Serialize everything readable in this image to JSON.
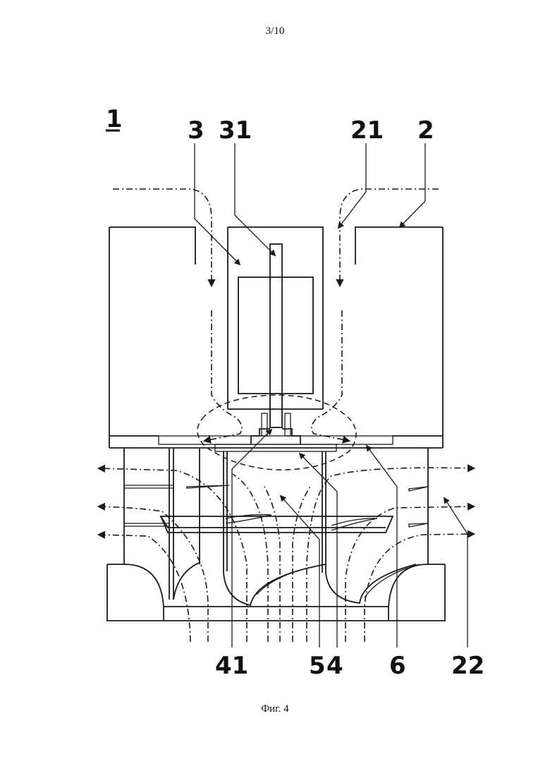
{
  "page": {
    "number": "3/10",
    "caption": "Фиг. 4"
  },
  "figure": {
    "labels": {
      "main": "1",
      "ref_3": "3",
      "ref_31": "31",
      "ref_21": "21",
      "ref_2": "2",
      "ref_41": "41",
      "ref_5": "5",
      "ref_4": "4",
      "ref_6": "6",
      "ref_22": "22"
    }
  }
}
